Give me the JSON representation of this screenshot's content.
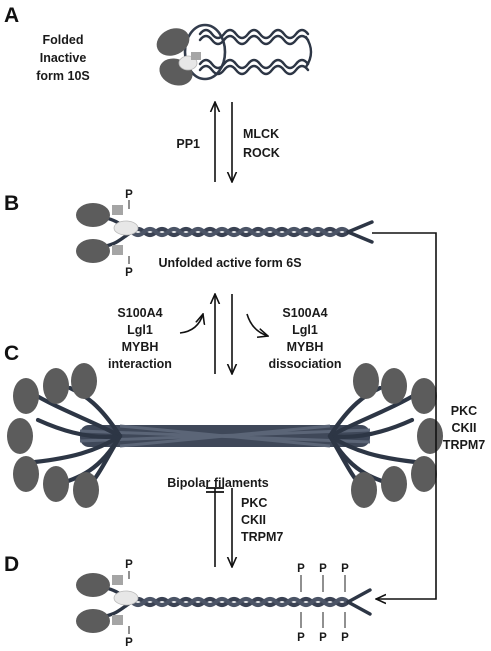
{
  "panels": {
    "a": "A",
    "b": "B",
    "c": "C",
    "d": "D"
  },
  "state_a": {
    "line1": "Folded",
    "line2": "Inactive",
    "line3": "form 10S"
  },
  "state_b": {
    "label": "Unfolded active form 6S",
    "phospho_top": "P",
    "phospho_bottom": "P"
  },
  "state_c": {
    "label": "Bipolar filaments"
  },
  "state_d": {
    "phospho": "P"
  },
  "transition_ab": {
    "reverse": "PP1",
    "forward_1": "MLCK",
    "forward_2": "ROCK"
  },
  "transition_bc": {
    "left_1": "S100A4",
    "left_2": "Lgl1",
    "left_3": "MYBH",
    "left_4": "interaction",
    "right_1": "S100A4",
    "right_2": "Lgl1",
    "right_3": "MYBH",
    "right_4": "dissociation"
  },
  "transition_cd": {
    "k1": "PKC",
    "k2": "CKII",
    "k3": "TRPM7"
  },
  "transition_bd": {
    "k1": "PKC",
    "k2": "CKII",
    "k3": "TRPM7"
  },
  "colors": {
    "heavy_chain": "#3a4253",
    "motor_head": "#5c5c5c",
    "essential_light_chain": "#e7e7e7",
    "regulatory_light_chain": "#a5a5a5"
  }
}
